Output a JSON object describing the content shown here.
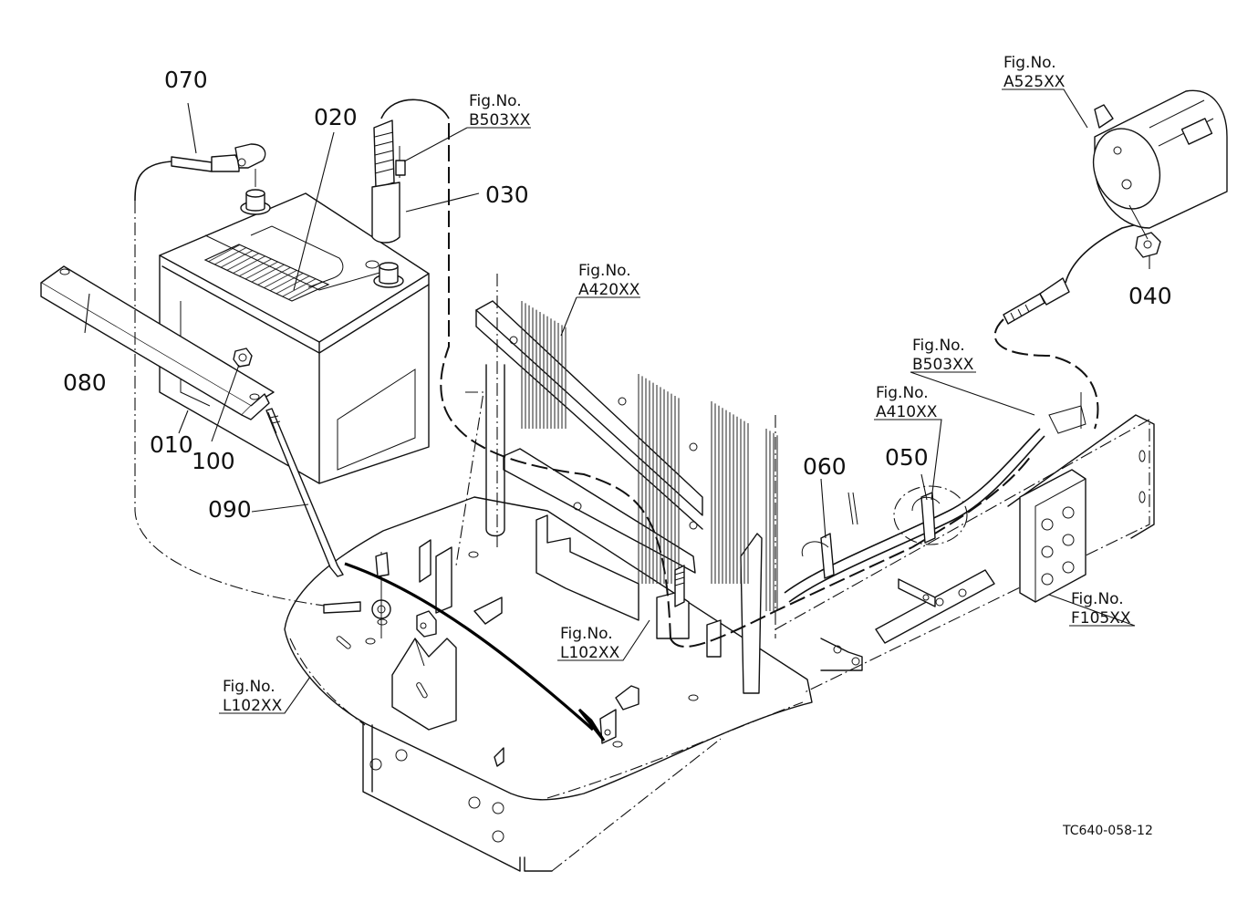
{
  "diagram": {
    "title": "Battery and battery cable assembly",
    "drawing_code": "TC640-058-12",
    "part_callouts": [
      {
        "id": "p010",
        "label": "010",
        "part": "battery"
      },
      {
        "id": "p020",
        "label": "020",
        "part": "battery label"
      },
      {
        "id": "p030",
        "label": "030",
        "part": "positive terminal cover"
      },
      {
        "id": "p040",
        "label": "040",
        "part": "nut"
      },
      {
        "id": "p050",
        "label": "050",
        "part": "cable clamp"
      },
      {
        "id": "p060",
        "label": "060",
        "part": "cable clamp"
      },
      {
        "id": "p070",
        "label": "070",
        "part": "negative cable"
      },
      {
        "id": "p080",
        "label": "080",
        "part": "battery holder bar"
      },
      {
        "id": "p090",
        "label": "090",
        "part": "hold-down rod"
      },
      {
        "id": "p100",
        "label": "100",
        "part": "nut"
      }
    ],
    "figure_references": [
      {
        "id": "ref_b503_top",
        "prefix": "Fig.No.",
        "code": "B503XX"
      },
      {
        "id": "ref_a525",
        "prefix": "Fig.No.",
        "code": "A525XX"
      },
      {
        "id": "ref_a420",
        "prefix": "Fig.No.",
        "code": "A420XX"
      },
      {
        "id": "ref_b503_right",
        "prefix": "Fig.No.",
        "code": "B503XX"
      },
      {
        "id": "ref_a410",
        "prefix": "Fig.No.",
        "code": "A410XX"
      },
      {
        "id": "ref_f105",
        "prefix": "Fig.No.",
        "code": "F105XX"
      },
      {
        "id": "ref_l102_mid",
        "prefix": "Fig.No.",
        "code": "L102XX"
      },
      {
        "id": "ref_l102_left",
        "prefix": "Fig.No.",
        "code": "L102XX"
      }
    ]
  }
}
